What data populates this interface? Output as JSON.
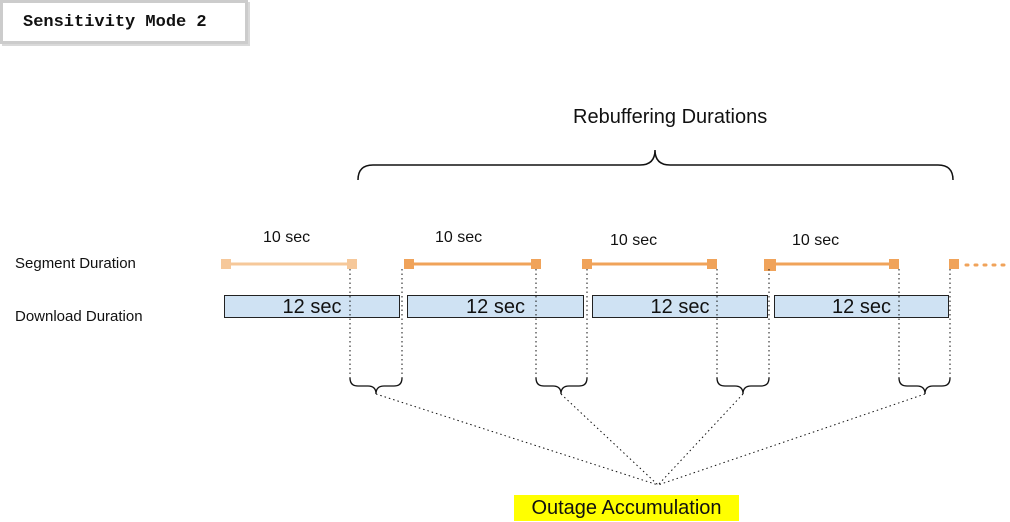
{
  "mode_label": "Sensitivity Mode 2",
  "title": "Rebuffering Durations",
  "rows": {
    "segment": "Segment Duration",
    "download": "Download Duration"
  },
  "segments": [
    {
      "label": "10 sec"
    },
    {
      "label": "10 sec"
    },
    {
      "label": "10 sec"
    },
    {
      "label": "10 sec"
    }
  ],
  "downloads": [
    {
      "label": "12 sec"
    },
    {
      "label": "12 sec"
    },
    {
      "label": "12 sec"
    },
    {
      "label": "12 sec"
    }
  ],
  "outage_label": "Outage Accumulation",
  "colors": {
    "segment_faded": "#f6c89a",
    "segment": "#f0a35a",
    "download_fill": "#cfe2f3",
    "highlight": "#ffff00"
  }
}
